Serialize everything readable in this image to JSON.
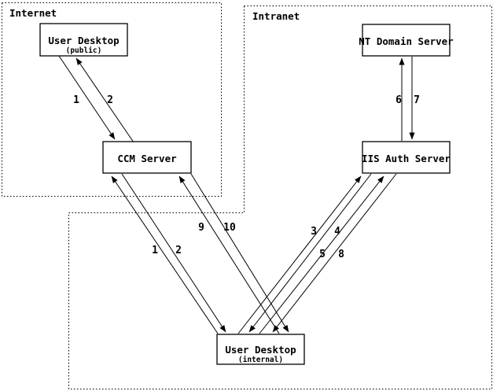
{
  "colors": {
    "ink": "#000000",
    "background": "#ffffff"
  },
  "zones": {
    "internet": {
      "label": "Internet"
    },
    "intranet": {
      "label": "Intranet"
    }
  },
  "nodes": {
    "user_desktop_public": {
      "title": "User Desktop",
      "subtitle": "(public)"
    },
    "ccm_server": {
      "title": "CCM Server"
    },
    "nt_domain_server": {
      "title": "NT Domain Server"
    },
    "iis_auth_server": {
      "title": "IIS Auth Server"
    },
    "user_desktop_internal": {
      "title": "User Desktop",
      "subtitle": "(internal)"
    }
  },
  "arrows": {
    "public_desktop_to_ccm": {
      "label": "1"
    },
    "ccm_to_public_desktop": {
      "label": "2"
    },
    "iis_to_nt_domain": {
      "label": "6"
    },
    "nt_domain_to_iis": {
      "label": "7"
    },
    "internal_desktop_to_ccm_a": {
      "label": "1"
    },
    "ccm_to_internal_desktop_a": {
      "label": "2"
    },
    "internal_desktop_to_ccm_b": {
      "label": "9"
    },
    "ccm_to_internal_desktop_b": {
      "label": "10"
    },
    "internal_desktop_to_iis_a": {
      "label": "3"
    },
    "iis_to_internal_desktop_a": {
      "label": "4"
    },
    "internal_desktop_to_iis_b": {
      "label": "5"
    },
    "iis_to_internal_desktop_b": {
      "label": "8"
    }
  }
}
